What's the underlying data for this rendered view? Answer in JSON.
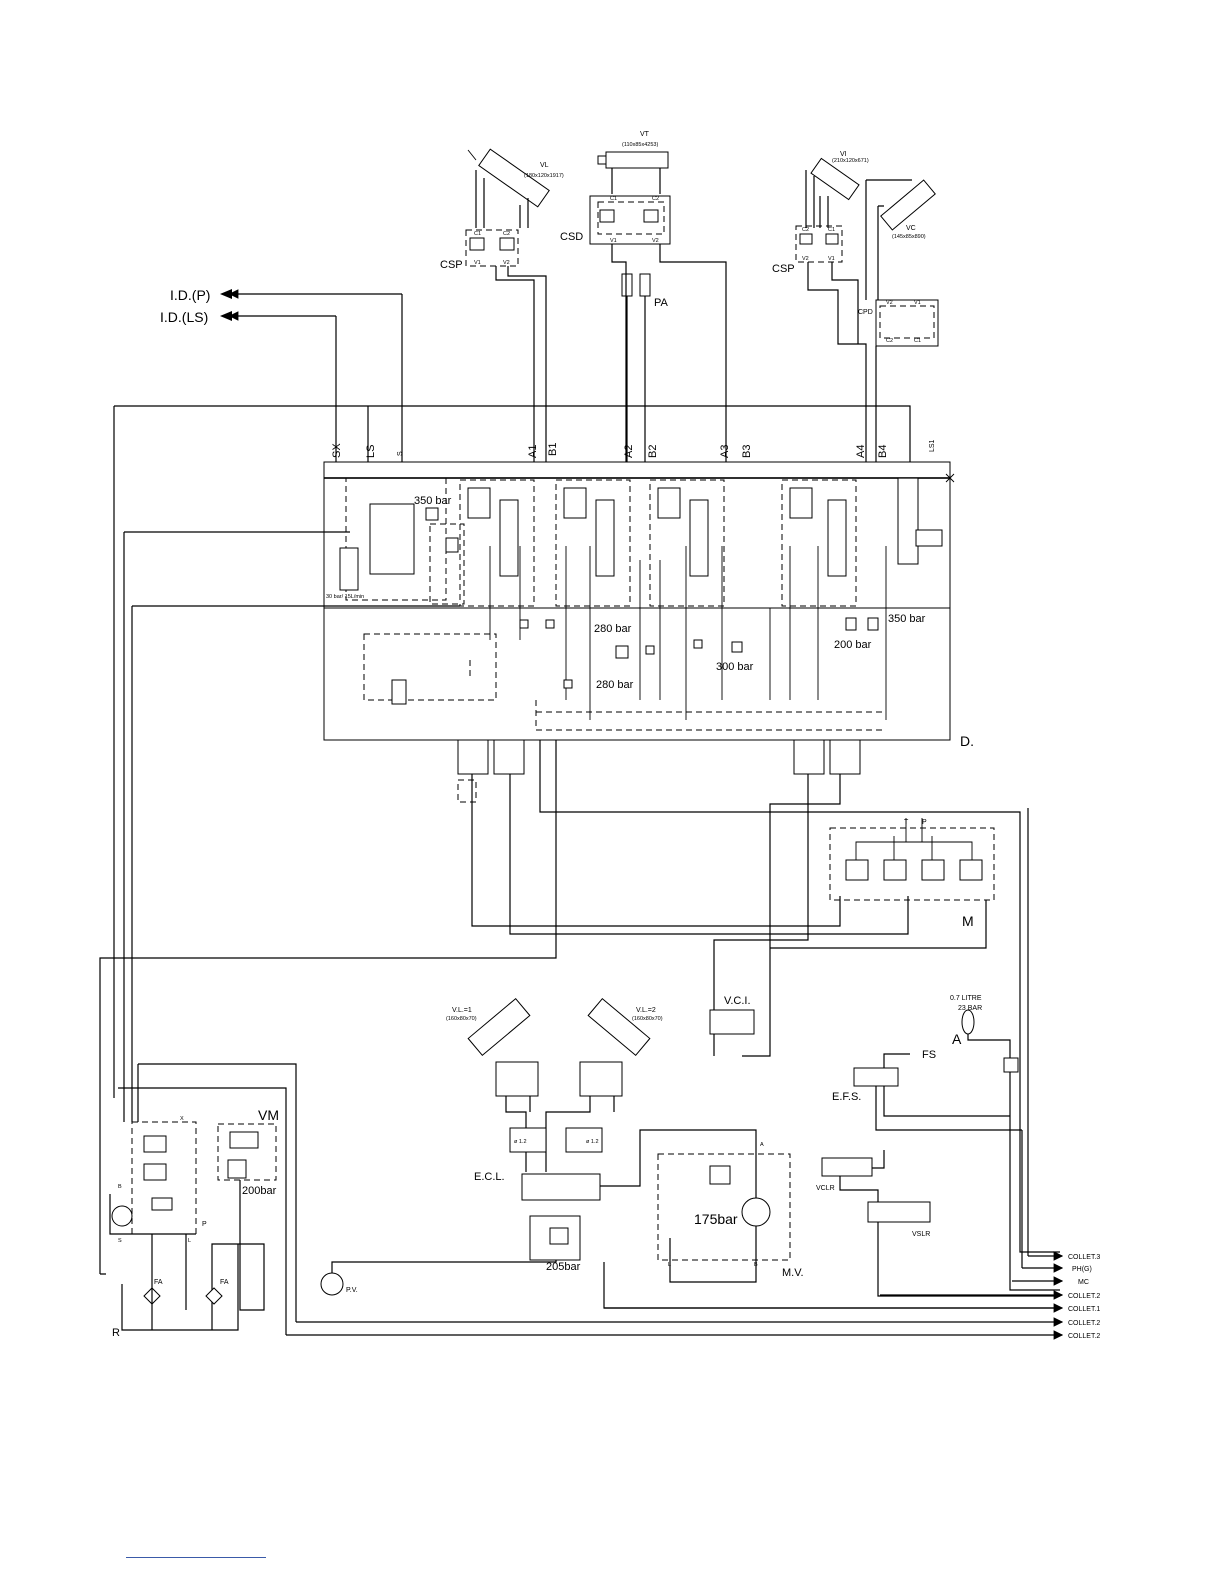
{
  "labels": {
    "id_p": "I.D.(P)",
    "id_ls": "I.D.(LS)",
    "vl": "VL",
    "vl_dim": "(180x120x1917)",
    "vt": "VT",
    "vt_dim": "(110x85x4253)",
    "vi": "VI",
    "vi_dim": "(210x120x671)",
    "vc": "VC",
    "vc_dim": "(145x85x890)",
    "csp_left": "CSP",
    "csd": "CSD",
    "csp_right": "CSP",
    "cpd": "CPD",
    "pa": "PA",
    "c1": "C1",
    "c2": "C2",
    "v1": "V1",
    "v2": "V2",
    "port_sx": "SX",
    "port_ls": "LS",
    "port_s": "S",
    "port_a1": "A1",
    "port_b1": "B1",
    "port_a2": "A2",
    "port_b2": "B2",
    "port_a3": "A3",
    "port_b3": "B3",
    "port_a4": "A4",
    "port_b4": "B4",
    "port_ls1": "LS1",
    "p350_top": "350 bar",
    "p350_right": "350 bar",
    "p280_a": "280 bar",
    "p280_b": "280 bar",
    "p300": "300 bar",
    "p200_dist": "200 bar",
    "flow_note": "30 bar/ 15L/min",
    "block_d": "D.",
    "block_m": "M",
    "mod_t": "T",
    "mod_p": "P",
    "vci": "V.C.I.",
    "vli1": "V.L.=1",
    "vli1_dim": "(160x80x70)",
    "vli2": "V.L.=2",
    "vli2_dim": "(160x80x70)",
    "ecl": "E.C.L.",
    "orifice": "ø 1.2",
    "p205": "205bar",
    "p175": "175bar",
    "mv": "M.V.",
    "mv_l": "L",
    "mv_b": "B",
    "mv_a": "A",
    "accu_vol": "0.7 LITRE",
    "accu_p": "23 BAR",
    "accu_a": "A",
    "fs": "FS",
    "efs": "E.F.S.",
    "vclr": "VCLR",
    "vslr": "VSLR",
    "vm": "VM",
    "p200_vm": "200bar",
    "fa1": "FA",
    "fa2": "FA",
    "r": "R",
    "pv": "P.V.",
    "pump_x": "X",
    "pump_b": "B",
    "pump_s": "S",
    "pump_l": "L",
    "pump_p": "P",
    "collet3": "COLLET.3",
    "phg": "PH(G)",
    "mc": "MC",
    "collet2a": "COLLET.2",
    "collet1": "COLLET.1",
    "collet2b": "COLLET.2",
    "collet2c": "COLLET.2"
  },
  "colors": {
    "line": "#000000",
    "footer_rule": "#3a5aa8"
  }
}
